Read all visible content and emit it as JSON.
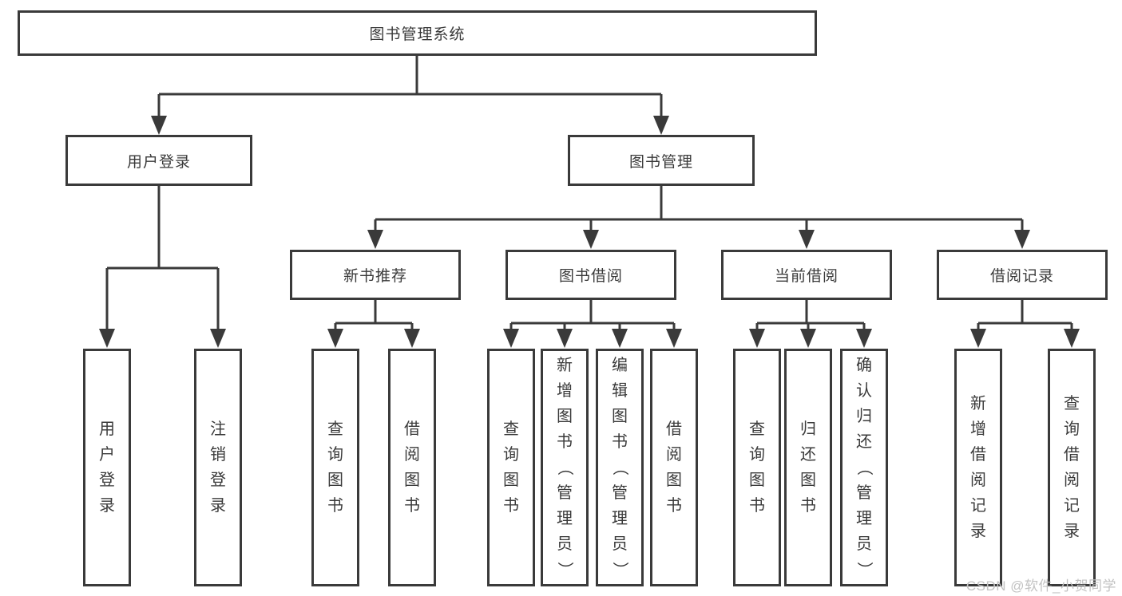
{
  "tree": {
    "root": "图书管理系统",
    "branches": [
      {
        "label": "用户登录",
        "leaves": [
          "用户登录",
          "注销登录"
        ]
      },
      {
        "label": "图书管理",
        "groups": [
          {
            "label": "新书推荐",
            "leaves": [
              "查询图书",
              "借阅图书"
            ]
          },
          {
            "label": "图书借阅",
            "leaves": [
              "查询图书",
              "新增图书（管理员）",
              "编辑图书（管理员）",
              "借阅图书"
            ]
          },
          {
            "label": "当前借阅",
            "leaves": [
              "查询图书",
              "归还图书",
              "确认归还（管理员）"
            ]
          },
          {
            "label": "借阅记录",
            "leaves": [
              "新增借阅记录",
              "查询借阅记录"
            ]
          }
        ]
      }
    ]
  },
  "watermark": {
    "text": "CSDN @软件_小贺同学"
  },
  "colors": {
    "line": "#3a3a3a",
    "box_border": "#3a3a3a",
    "text": "#3a3a3a",
    "watermark": "#c2c2c2",
    "background": "#ffffff"
  }
}
